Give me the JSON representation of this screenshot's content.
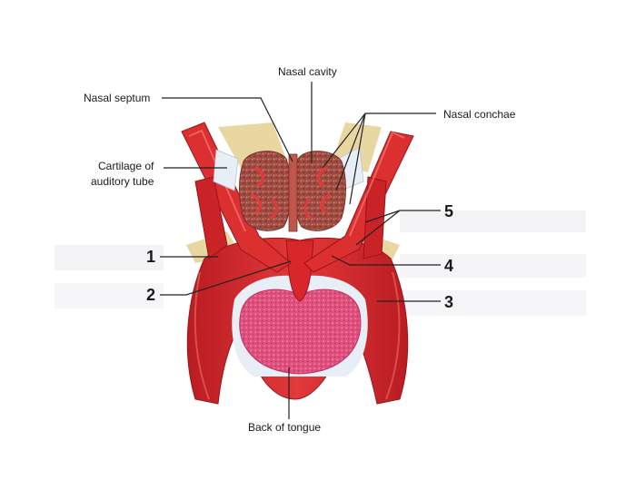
{
  "labels": {
    "nasal_cavity": "Nasal cavity",
    "nasal_septum": "Nasal septum",
    "nasal_conchae": "Nasal conchae",
    "cartilage_line1": "Cartilage of",
    "cartilage_line2": "auditory tube",
    "back_of_tongue": "Back of tongue"
  },
  "numbers": {
    "n1": "1",
    "n2": "2",
    "n3": "3",
    "n4": "4",
    "n5": "5"
  },
  "colors": {
    "muscle": "#d8262b",
    "muscle_dark": "#a4161b",
    "muscle_light": "#ef5a55",
    "cartilage": "#e9d7a2",
    "nasal_tissue": "#b86a5e",
    "tongue": "#e0507d",
    "tongue_light": "#f07aa0",
    "mucosa": "#e8eef6"
  }
}
